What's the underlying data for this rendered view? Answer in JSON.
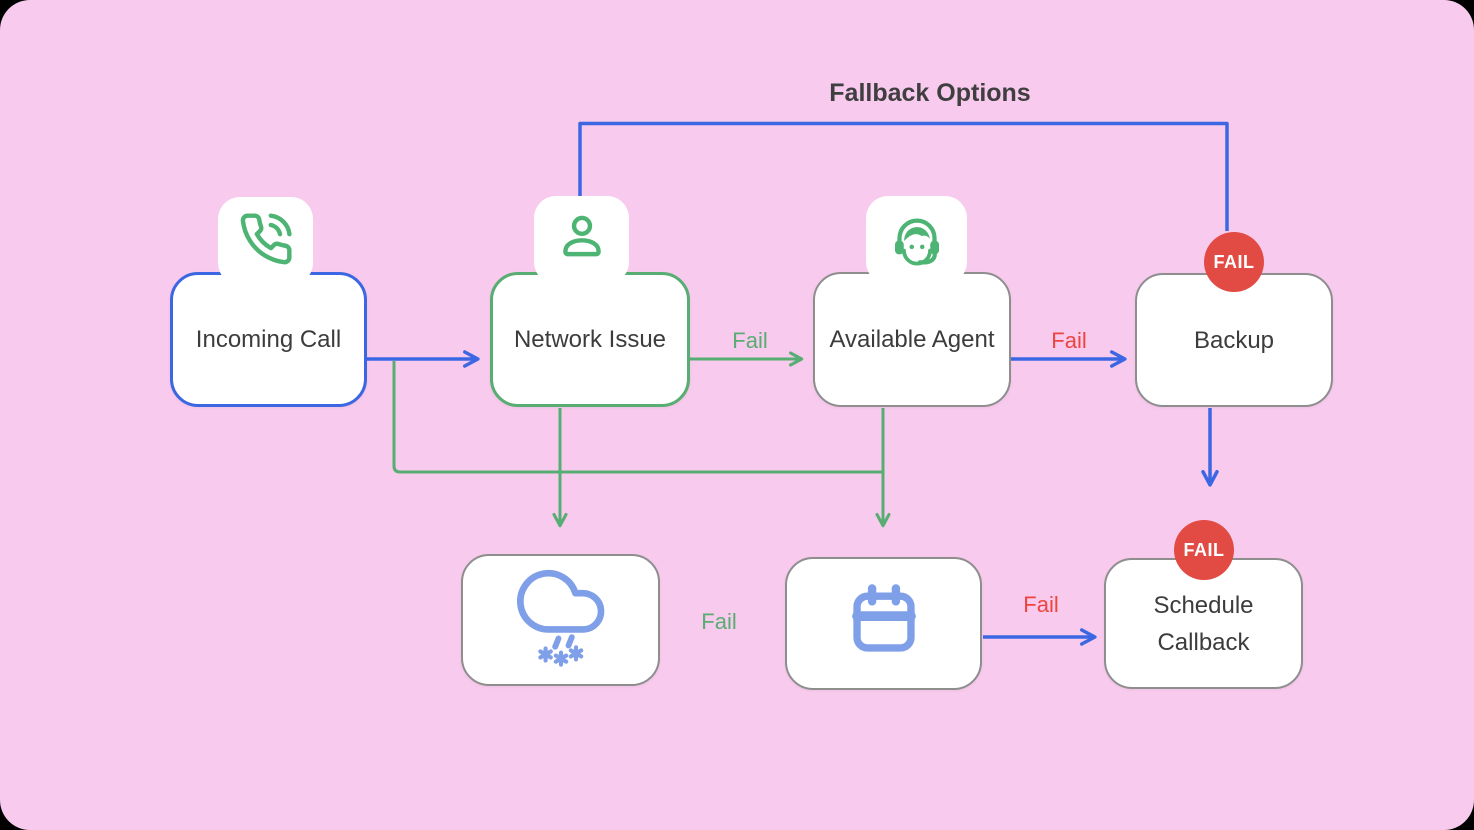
{
  "diagram": {
    "title": "Fallback Options",
    "nodes": [
      {
        "id": "incoming-call",
        "label": "Incoming Call",
        "icon": "phone-incoming-icon",
        "accent": "#3c67e3"
      },
      {
        "id": "network-issue",
        "label": "Network Issue",
        "icon": "user-icon",
        "accent": "#57ad72"
      },
      {
        "id": "available-agent",
        "label": "Available Agent",
        "icon": "support-agent-icon",
        "accent": "#8e8e8e"
      },
      {
        "id": "backup",
        "label": "Backup",
        "badge": "FAIL",
        "accent": "#8e8e8e"
      },
      {
        "id": "weather-disruption",
        "label": "",
        "icon": "cloud-sleet-icon",
        "accent": "#8e8e8e"
      },
      {
        "id": "calendar-slot",
        "label": "",
        "icon": "calendar-icon",
        "accent": "#8e8e8e"
      },
      {
        "id": "schedule-callback",
        "label": "Schedule Callback",
        "badge": "FAIL",
        "accent": "#8e8e8e"
      }
    ],
    "edges": [
      {
        "from": "incoming-call",
        "to": "network-issue",
        "label": "",
        "color": "#3c67e3"
      },
      {
        "from": "network-issue",
        "to": "available-agent",
        "label": "Fail",
        "label_color": "#57ad72",
        "color": "#57ad72"
      },
      {
        "from": "available-agent",
        "to": "backup",
        "label": "Fail",
        "label_color": "#ee443e",
        "color": "#3c67e3"
      },
      {
        "from": "network-issue",
        "to": "weather-disruption",
        "label": "",
        "color": "#57ad72"
      },
      {
        "from": "available-agent",
        "to": "calendar-slot",
        "label": "",
        "color": "#57ad72"
      },
      {
        "from": "incoming-call",
        "to": "calendar-slot",
        "label": "",
        "color": "#57ad72"
      },
      {
        "from": "backup",
        "to": "schedule-callback",
        "label": "",
        "color": "#3c67e3"
      },
      {
        "from": "calendar-slot",
        "to": "schedule-callback",
        "label": "Fail",
        "label_color": "#ee443e",
        "color": "#3c67e3"
      },
      {
        "from": "weather-disruption",
        "to": "calendar-slot",
        "label": "Fail",
        "label_color": "#57ad72",
        "color": "#57ad72"
      },
      {
        "from": "network-issue",
        "to": "backup",
        "label": "Fallback Options",
        "color": "#3c67e3"
      }
    ],
    "colors": {
      "background": "#f8caed",
      "node_fill": "#ffffff",
      "blue": "#3c67e3",
      "green": "#57ad72",
      "icon_green": "#4eb474",
      "icon_blue": "#7f9fe8",
      "red_label": "#ee443e",
      "badge_red": "#e24a44",
      "gray_border": "#8e8e8e",
      "text": "#3c3c3c"
    }
  }
}
